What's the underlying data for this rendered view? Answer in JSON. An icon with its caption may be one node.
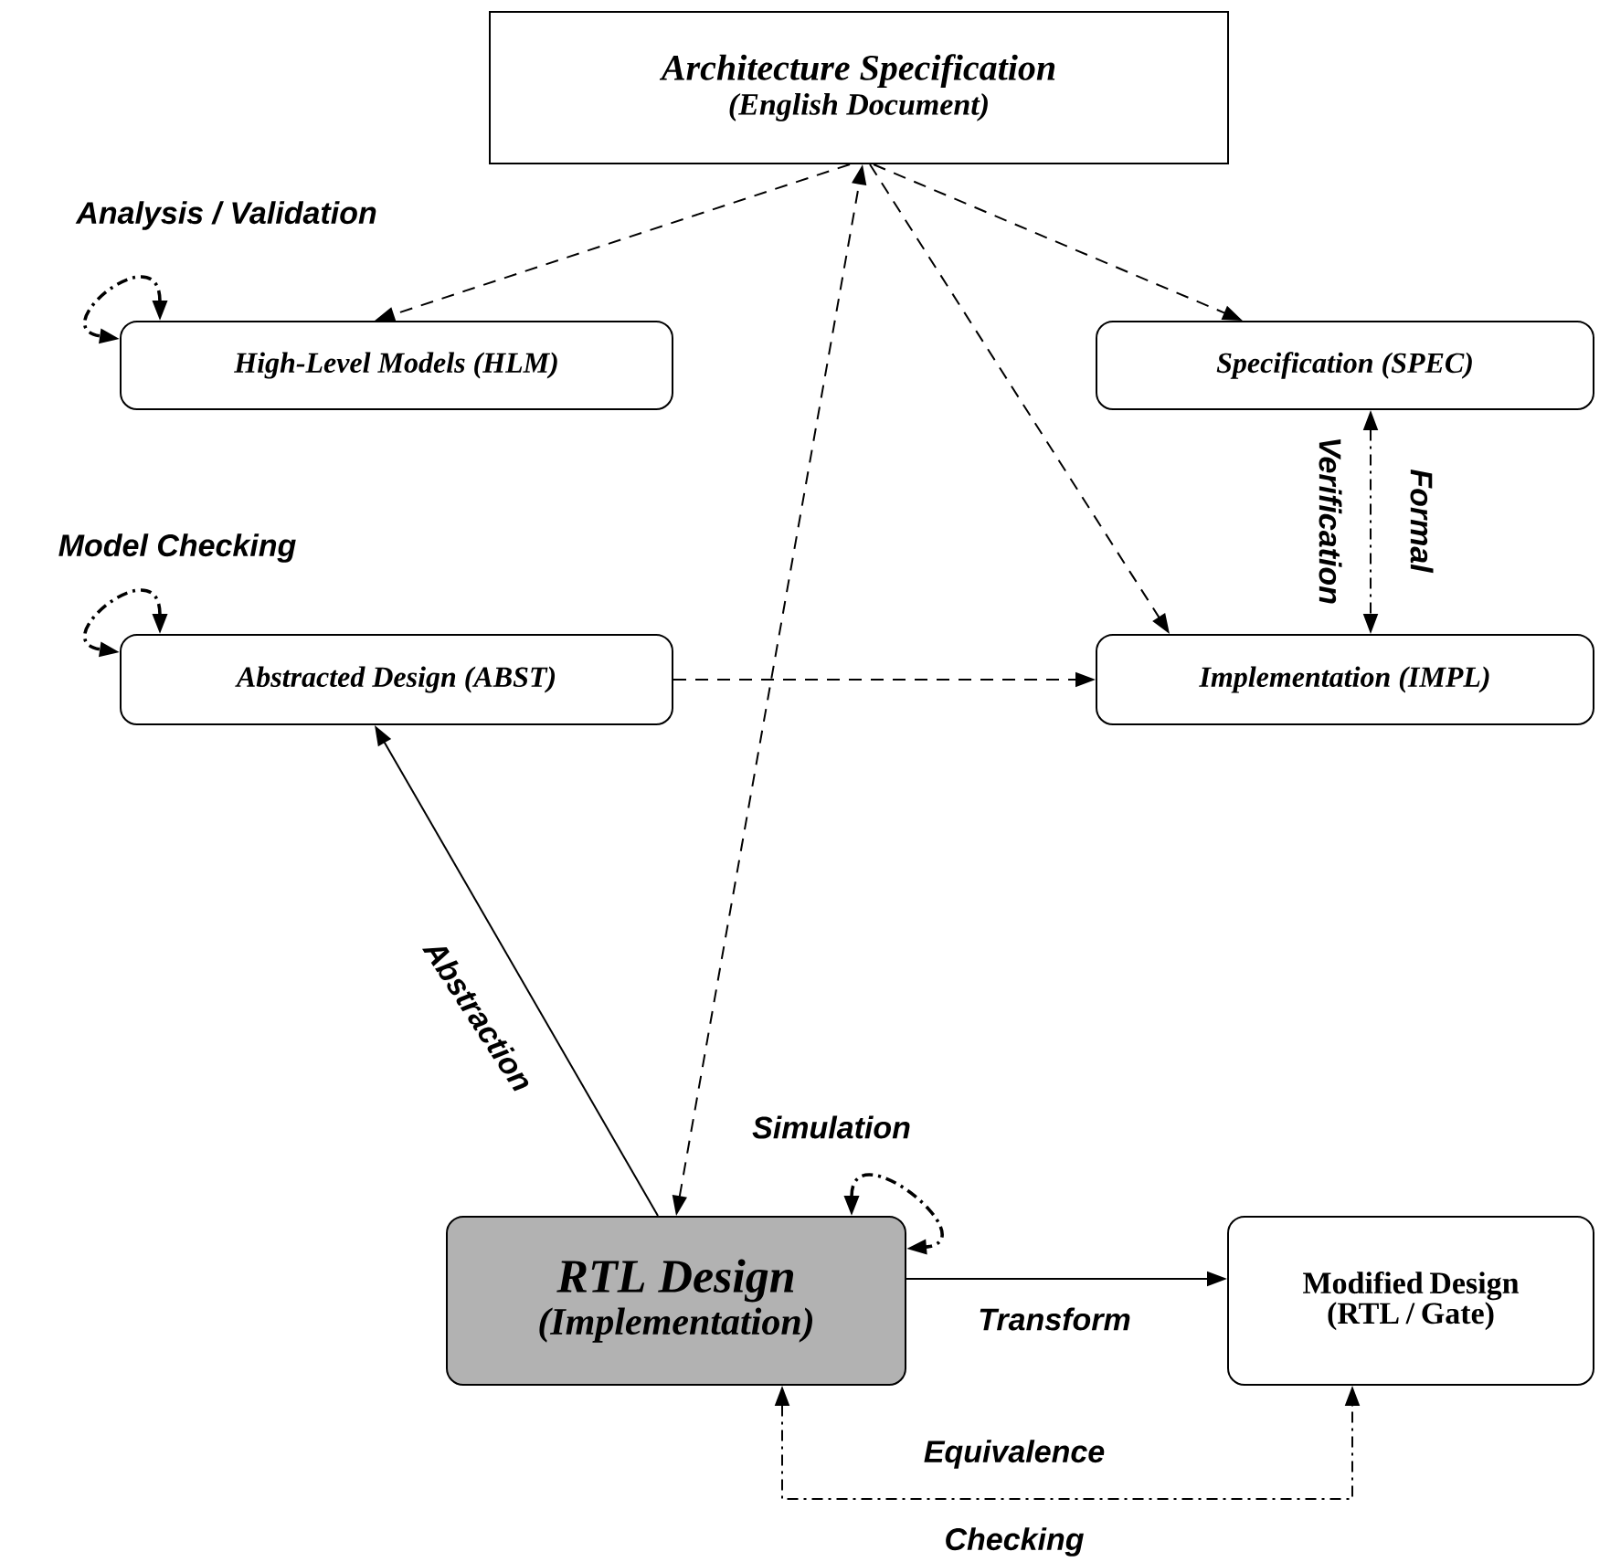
{
  "diagram": {
    "nodes": [
      {
        "text": [
          "Architecture Specification",
          "(English Document)"
        ]
      },
      {
        "text": [
          "High-Level Models (HLM)"
        ]
      },
      {
        "text": [
          "Specification (SPEC)"
        ]
      },
      {
        "text": [
          "Abstracted Design (ABST)"
        ]
      },
      {
        "text": [
          "Implementation (IMPL)"
        ]
      },
      {
        "text": [
          "RTL Design",
          "(Implementation)"
        ]
      },
      {
        "text": [
          "Modified Design (RTL / Gate)"
        ]
      }
    ],
    "edges": [
      {
        "from": 0,
        "to": 1,
        "arrow": "to",
        "style": "dashed"
      },
      {
        "from": 0,
        "to": 2,
        "arrow": "to",
        "style": "dashed"
      },
      {
        "from": 0,
        "to": 4,
        "arrow": "to",
        "style": "dashed"
      },
      {
        "from": 5,
        "to": 0,
        "arrow": "both",
        "style": "dashed"
      },
      {
        "from": 3,
        "to": 4,
        "arrow": "to",
        "style": "dashed"
      },
      {
        "from": 5,
        "to": 3,
        "arrow": "to",
        "label": "Abstraction"
      },
      {
        "from": 5,
        "to": 6,
        "arrow": "to",
        "label": "Transform"
      },
      {
        "from": 2,
        "to": 4,
        "arrow": "both",
        "style": "dashed",
        "label": "Formal Verification"
      },
      {
        "from": 5,
        "to": 6,
        "arrow": "both",
        "style": "dashed",
        "label": "Equivalence Checking"
      },
      {
        "from": 1,
        "to": 1,
        "arrow": "both",
        "style": "dashed",
        "label": "Analysis / Validation"
      },
      {
        "from": 3,
        "to": 3,
        "arrow": "both",
        "style": "dashed",
        "label": "Model Checking"
      },
      {
        "from": 5,
        "to": 5,
        "arrow": "both",
        "style": "dashed",
        "label": "Simulation"
      }
    ]
  }
}
